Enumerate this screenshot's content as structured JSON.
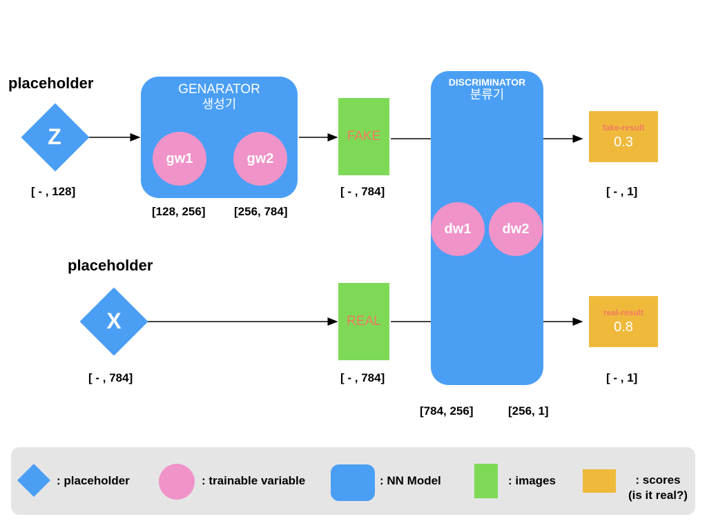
{
  "placeholders": {
    "z": {
      "title": "placeholder",
      "symbol": "Z",
      "shape": "[ - , 128]"
    },
    "x": {
      "title": "placeholder",
      "symbol": "X",
      "shape": "[ - , 784]"
    }
  },
  "generator": {
    "title": "GENARATOR",
    "subtitle": "생성기",
    "weights": [
      {
        "name": "gw1",
        "shape": "[128, 256]"
      },
      {
        "name": "gw2",
        "shape": "[256, 784]"
      }
    ]
  },
  "discriminator": {
    "title": "DISCRIMINATOR",
    "subtitle": "분류기",
    "weights": [
      {
        "name": "dw1",
        "shape": "[784, 256]"
      },
      {
        "name": "dw2",
        "shape": "[256, 1]"
      }
    ]
  },
  "images": {
    "fake": {
      "label": "FAKE",
      "shape": "[ - , 784]"
    },
    "real": {
      "label": "REAL",
      "shape": "[ - , 784]"
    }
  },
  "results": {
    "fake": {
      "name": "fake-result",
      "value": "0.3",
      "shape": "[ - , 1]"
    },
    "real": {
      "name": "real-result",
      "value": "0.8",
      "shape": "[ - , 1]"
    }
  },
  "legend": {
    "placeholder": ": placeholder",
    "variable": ": trainable variable",
    "model": ": NN Model",
    "images": ": images",
    "scores_line1": ": scores",
    "scores_line2": "(is it real?)"
  },
  "colors": {
    "model": "#4a9ff5",
    "variable": "#f093c8",
    "images": "#7ed957",
    "scores": "#efba3c",
    "label_red": "#f07a5f",
    "legend_bg": "#e5e5e5"
  }
}
